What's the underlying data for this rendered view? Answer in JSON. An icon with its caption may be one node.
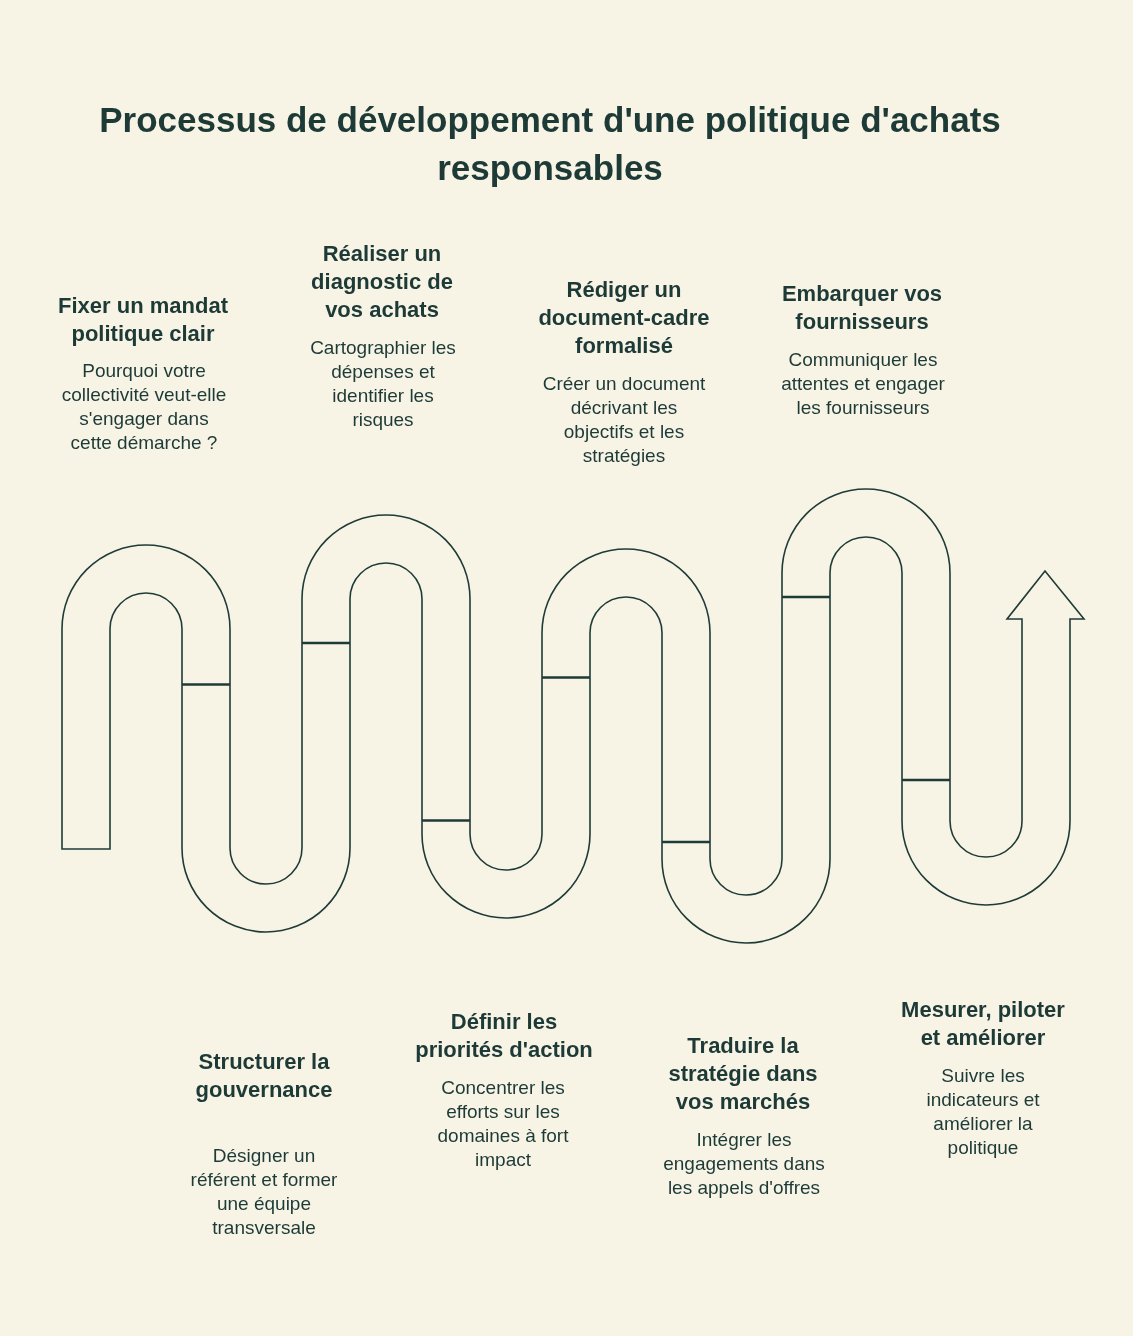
{
  "diagram": {
    "title": "Processus de développement d'une politique d'achats responsables",
    "labels": [
      "Fixer un mandat politique clair",
      "Pourquoi votre collectivité veut-elle s'engager dans cette démarche ?",
      "Structurer la gouvernance",
      "Désigner un référent et former une équipe transversale",
      "Réaliser un diagnostic de vos achats",
      "Cartographier les dépenses et identifier les risques",
      "Définir les priorités d'action",
      "Concentrer les efforts sur les domaines à fort impact",
      "Rédiger un document-cadre formalisé",
      "Créer un document décrivant les objectifs et les stratégies",
      "Traduire la stratégie dans vos marchés",
      "Intégrer les engagements dans les appels d'offres",
      "Embarquer vos fournisseurs",
      "Communiquer les attentes et engager les fournisseurs",
      "Mesurer, piloter et améliorer",
      "Suivre les indicateurs et améliorer la politique"
    ]
  }
}
